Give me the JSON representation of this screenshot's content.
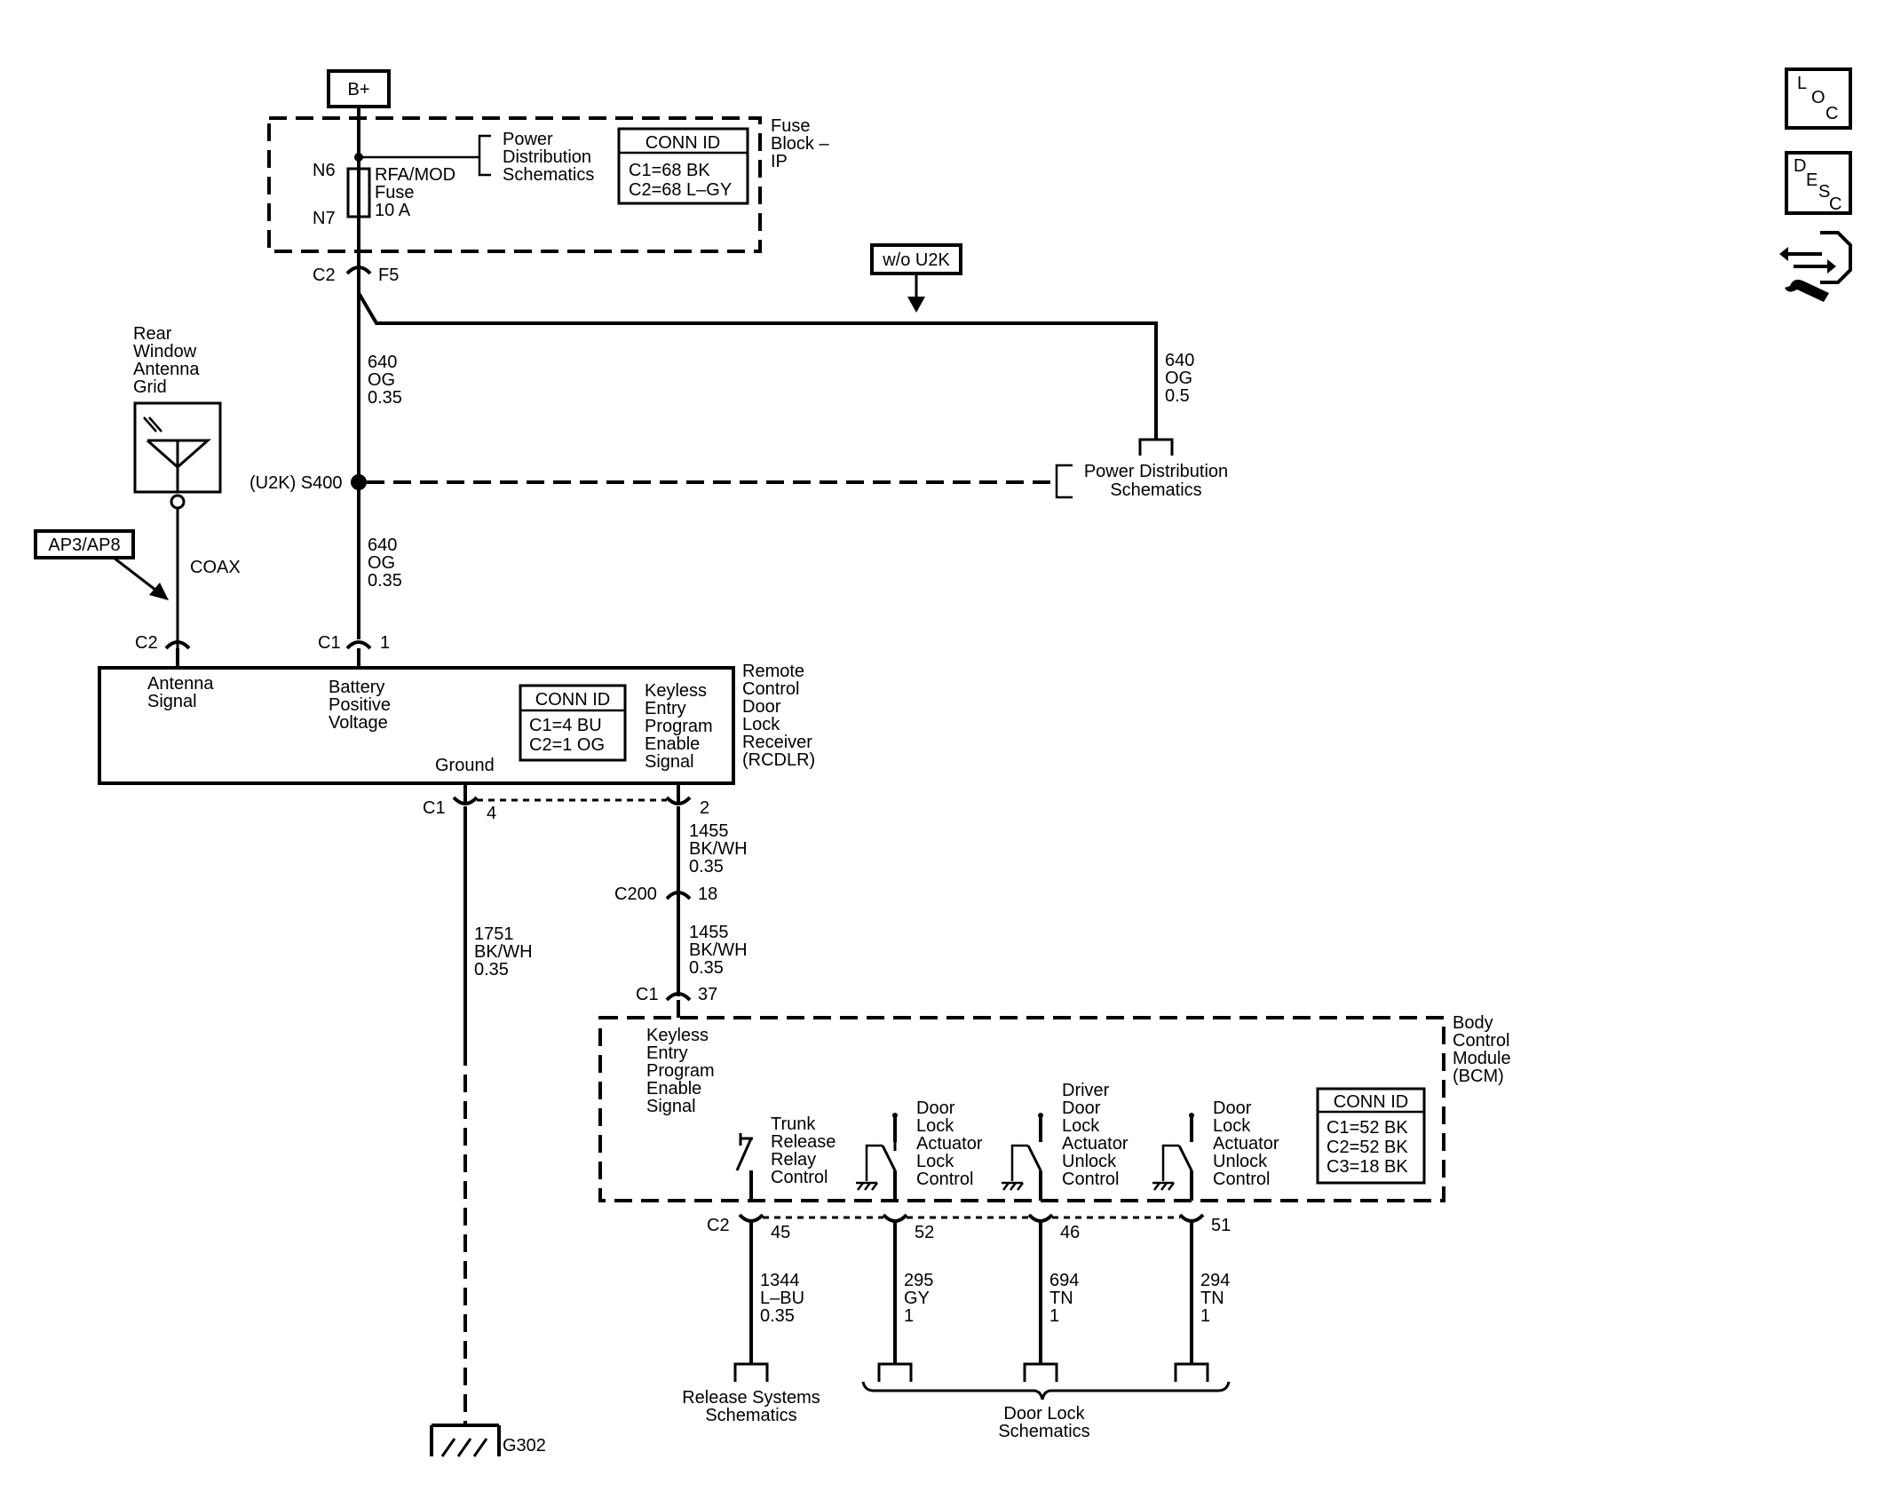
{
  "power": {
    "bplus": "B+"
  },
  "fuse_block": {
    "name": [
      "Fuse",
      "Block –",
      "IP"
    ],
    "pin_top": "N6",
    "pin_bottom": "N7",
    "fuse_label": [
      "RFA/MOD",
      "Fuse",
      "10 A"
    ],
    "power_ref": [
      "Power",
      "Distribution",
      "Schematics"
    ],
    "conn_id": {
      "title": "CONN ID",
      "rows": [
        "C1=68 BK",
        "C2=68 L–GY"
      ]
    },
    "out_conn": "C2",
    "out_pin": "F5"
  },
  "option_tag": "w/o U2K",
  "wires": {
    "main_upper": [
      "640",
      "OG",
      "0.35"
    ],
    "main_lower": [
      "640",
      "OG",
      "0.35"
    ],
    "branch": [
      "640",
      "OG",
      "0.5"
    ],
    "coax": "COAX",
    "ground": [
      "1751",
      "BK/WH",
      "0.35"
    ],
    "kep_upper": [
      "1455",
      "BK/WH",
      "0.35"
    ],
    "kep_lower": [
      "1455",
      "BK/WH",
      "0.35"
    ],
    "trunk": [
      "1344",
      "L–BU",
      "0.35"
    ],
    "lock": [
      "295",
      "GY",
      "1"
    ],
    "driver_unlock": [
      "694",
      "TN",
      "1"
    ],
    "unlock": [
      "294",
      "TN",
      "1"
    ]
  },
  "splice": "(U2K) S400",
  "power_dist_ref": [
    "Power Distribution",
    "Schematics"
  ],
  "antenna": {
    "label": [
      "Rear",
      "Window",
      "Antenna",
      "Grid"
    ],
    "option": "AP3/AP8"
  },
  "rcdlr": {
    "name": [
      "Remote",
      "Control",
      "Door",
      "Lock",
      "Receiver",
      "(RCDLR)"
    ],
    "antenna_conn": "C2",
    "battery_conn": "C1",
    "battery_pin": "1",
    "antenna_signal": [
      "Antenna",
      "Signal"
    ],
    "battery": [
      "Battery",
      "Positive",
      "Voltage"
    ],
    "ground": "Ground",
    "kep": [
      "Keyless",
      "Entry",
      "Program",
      "Enable",
      "Signal"
    ],
    "conn_id": {
      "title": "CONN ID",
      "rows": [
        "C1=4 BU",
        "C2=1 OG"
      ]
    },
    "ground_conn": "C1",
    "ground_pin": "4",
    "kep_pin": "2"
  },
  "c200": {
    "conn": "C200",
    "pin": "18"
  },
  "bcm": {
    "name": [
      "Body",
      "Control",
      "Module",
      "(BCM)"
    ],
    "in_conn": "C1",
    "in_pin": "37",
    "kep": [
      "Keyless",
      "Entry",
      "Program",
      "Enable",
      "Signal"
    ],
    "trunk": [
      "Trunk",
      "Release",
      "Relay",
      "Control"
    ],
    "lock": [
      "Door",
      "Lock",
      "Actuator",
      "Lock",
      "Control"
    ],
    "driver_unlock": [
      "Driver",
      "Door",
      "Lock",
      "Actuator",
      "Unlock",
      "Control"
    ],
    "unlock": [
      "Door",
      "Lock",
      "Actuator",
      "Unlock",
      "Control"
    ],
    "conn_id": {
      "title": "CONN ID",
      "rows": [
        "C1=52 BK",
        "C2=52 BK",
        "C3=18 BK"
      ]
    },
    "out_conn": "C2",
    "pins": [
      "45",
      "52",
      "46",
      "51"
    ]
  },
  "release_ref": [
    "Release Systems",
    "Schematics"
  ],
  "doorlock_ref": [
    "Door Lock",
    "Schematics"
  ],
  "ground_point": "G302",
  "sidebar": {
    "loc": [
      "L",
      "O",
      "C"
    ],
    "desc": [
      "D",
      "E",
      "S",
      "C"
    ]
  }
}
